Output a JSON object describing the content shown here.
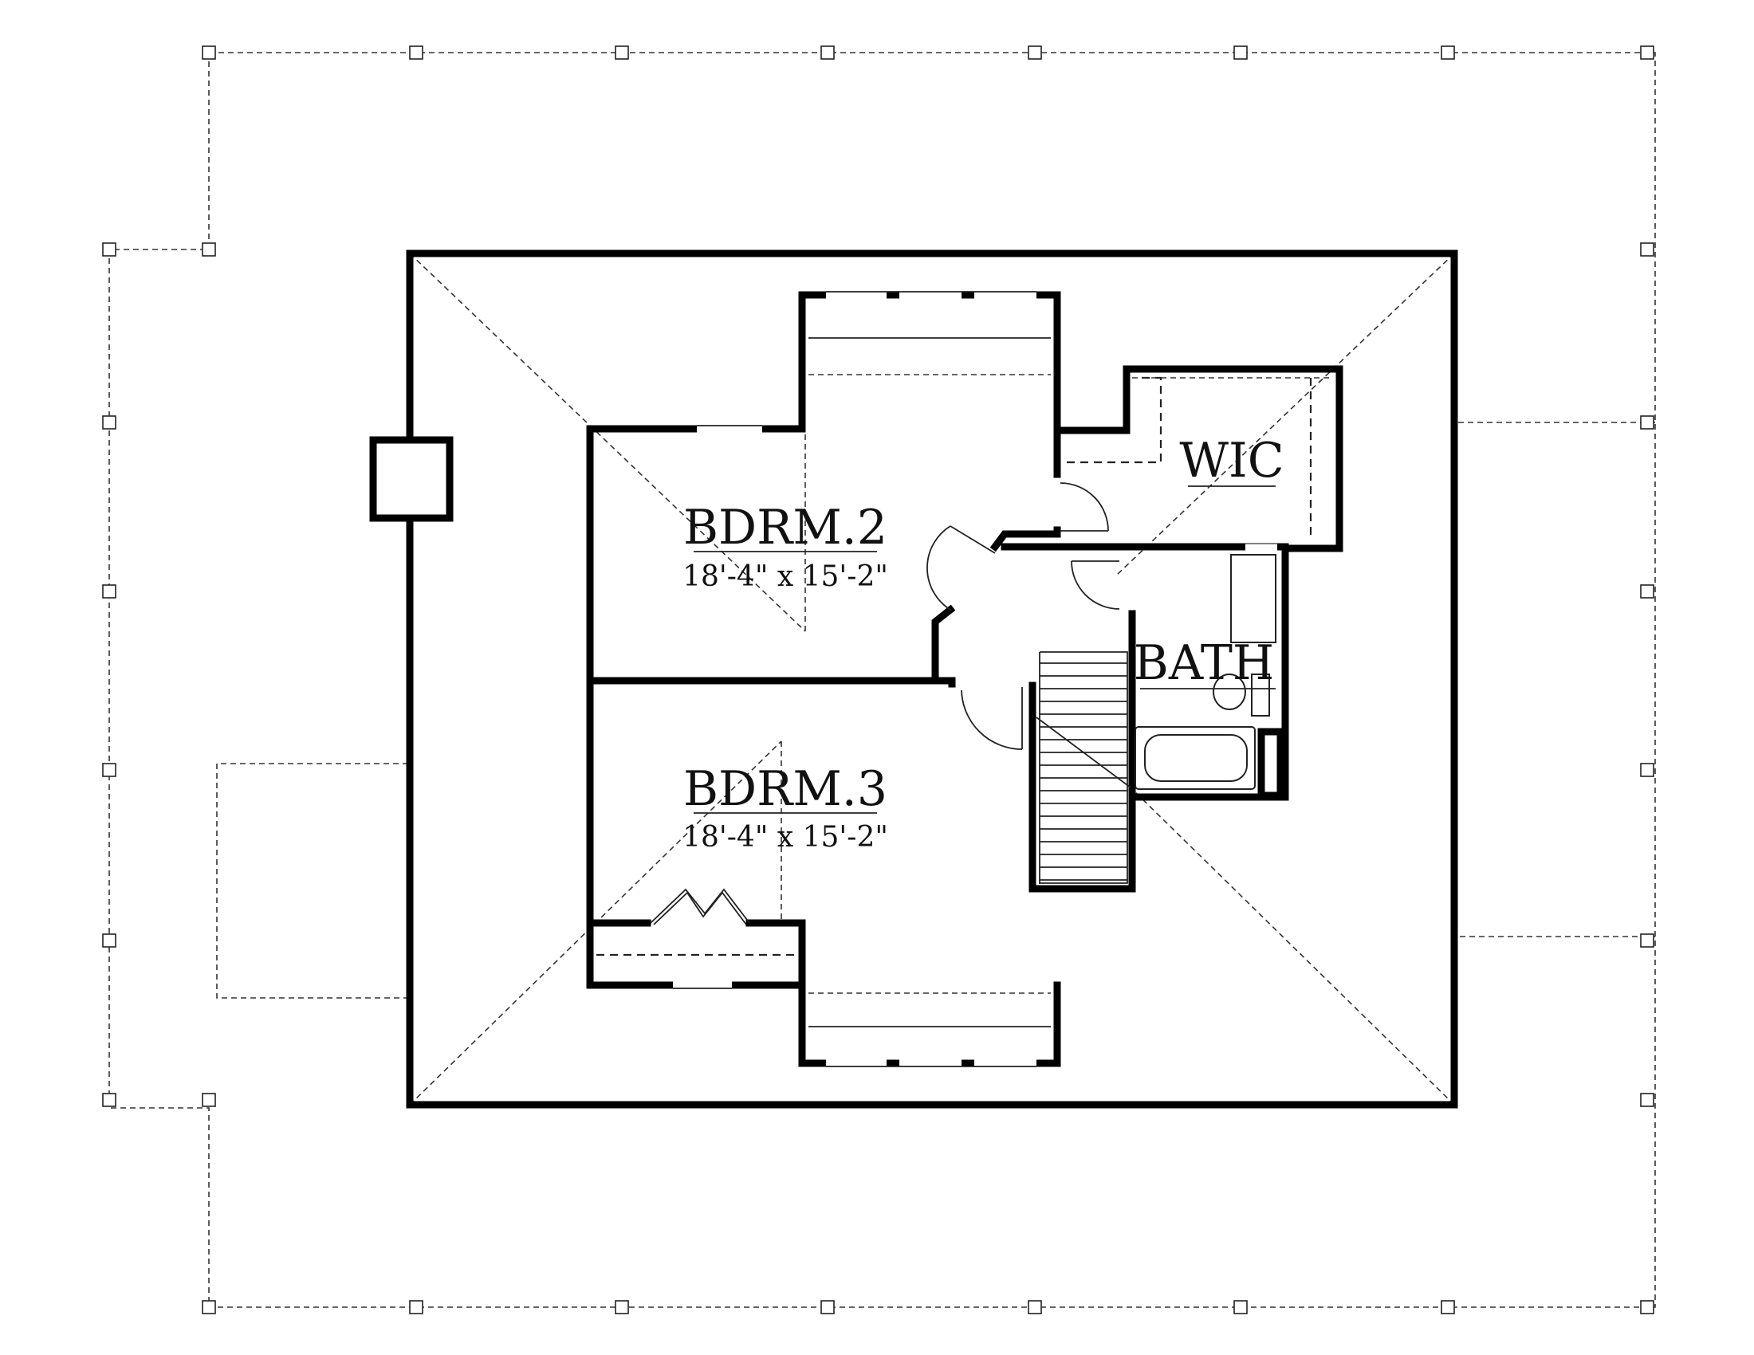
{
  "rooms": {
    "bdrm2": {
      "name": "BDRM.2",
      "dims": "18'-4\" x 15'-2\""
    },
    "bdrm3": {
      "name": "BDRM.3",
      "dims": "18'-4\" x 15'-2\""
    },
    "wic": {
      "name": "WIC"
    },
    "bath": {
      "name": "BATH"
    }
  },
  "colors": {
    "line": "#000000",
    "background": "#ffffff"
  }
}
